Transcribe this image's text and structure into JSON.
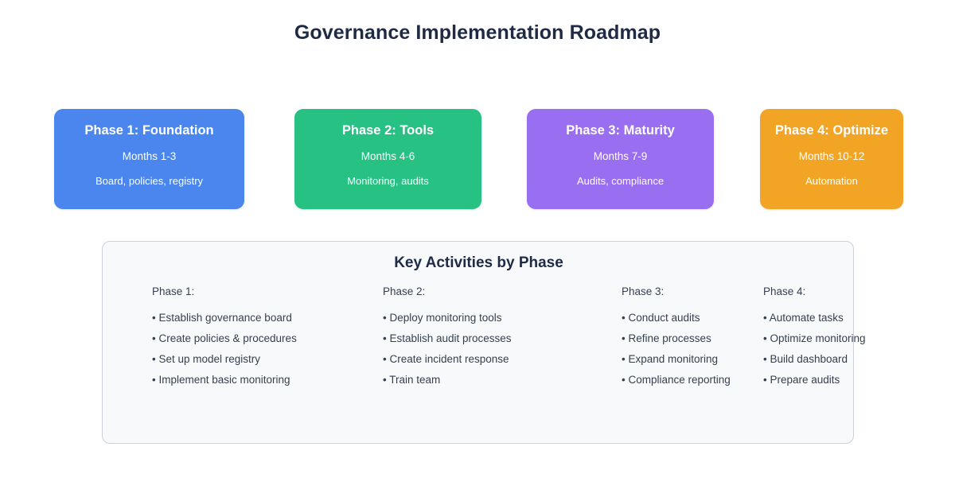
{
  "title": "Governance Implementation Roadmap",
  "colors": {
    "phase1": "#4a86ee",
    "phase2": "#27c184",
    "phase3": "#9a6ef0",
    "phase4": "#f2a524",
    "arrow": "#5f6b7a",
    "title_text": "#1f2a44",
    "panel_bg": "#f7f9fb",
    "panel_border": "#ccd1da",
    "body_text": "#36404f"
  },
  "phases": [
    {
      "title": "Phase 1: Foundation",
      "months": "Months 1-3",
      "desc": "Board, policies, registry",
      "color_key": "phase1"
    },
    {
      "title": "Phase 2: Tools",
      "months": "Months 4-6",
      "desc": "Monitoring, audits",
      "color_key": "phase2"
    },
    {
      "title": "Phase 3: Maturity",
      "months": "Months 7-9",
      "desc": "Audits, compliance",
      "color_key": "phase3"
    },
    {
      "title": "Phase 4: Optimize",
      "months": "Months 10-12",
      "desc": "Automation",
      "color_key": "phase4"
    }
  ],
  "activities": {
    "title": "Key Activities by Phase",
    "columns": [
      {
        "head": "Phase 1:",
        "items": [
          "• Establish governance board",
          "• Create policies & procedures",
          "• Set up model registry",
          "• Implement basic monitoring"
        ]
      },
      {
        "head": "Phase 2:",
        "items": [
          "• Deploy monitoring tools",
          "• Establish audit processes",
          "• Create incident response",
          "• Train team"
        ]
      },
      {
        "head": "Phase 3:",
        "items": [
          "• Conduct audits",
          "• Refine processes",
          "• Expand monitoring",
          "• Compliance reporting"
        ]
      },
      {
        "head": "Phase 4:",
        "items": [
          "• Automate tasks",
          "• Optimize monitoring",
          "• Build dashboard",
          "• Prepare audits"
        ]
      }
    ]
  }
}
